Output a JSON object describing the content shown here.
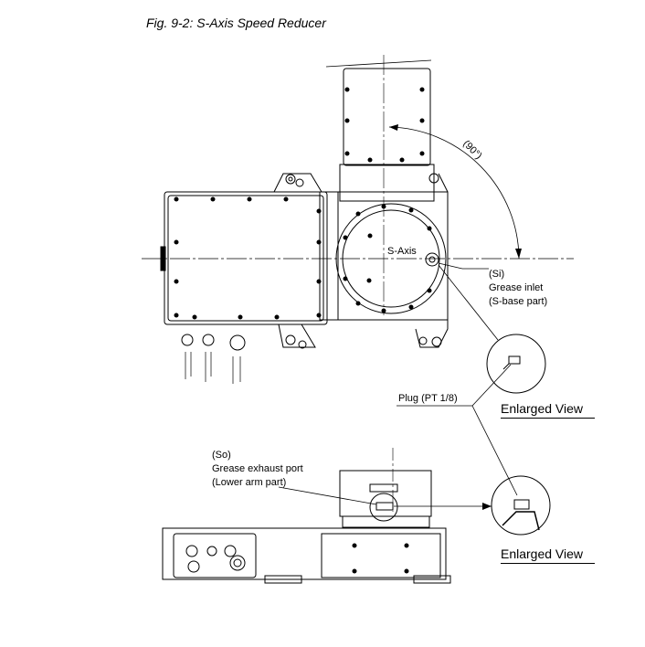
{
  "figure": {
    "title": "Fig. 9-2: S-Axis Speed Reducer"
  },
  "labels": {
    "angle": "(90°)",
    "axis": "S-Axis",
    "si": {
      "code": "(Si)",
      "line1": "Grease inlet",
      "line2": "(S-base part)"
    },
    "plug": "Plug (PT 1/8)",
    "so": {
      "code": "(So)",
      "line1": "Grease exhaust port",
      "line2": "(Lower arm part)"
    },
    "enlarged_view_top": "Enlarged View",
    "enlarged_view_bottom": "Enlarged View"
  }
}
